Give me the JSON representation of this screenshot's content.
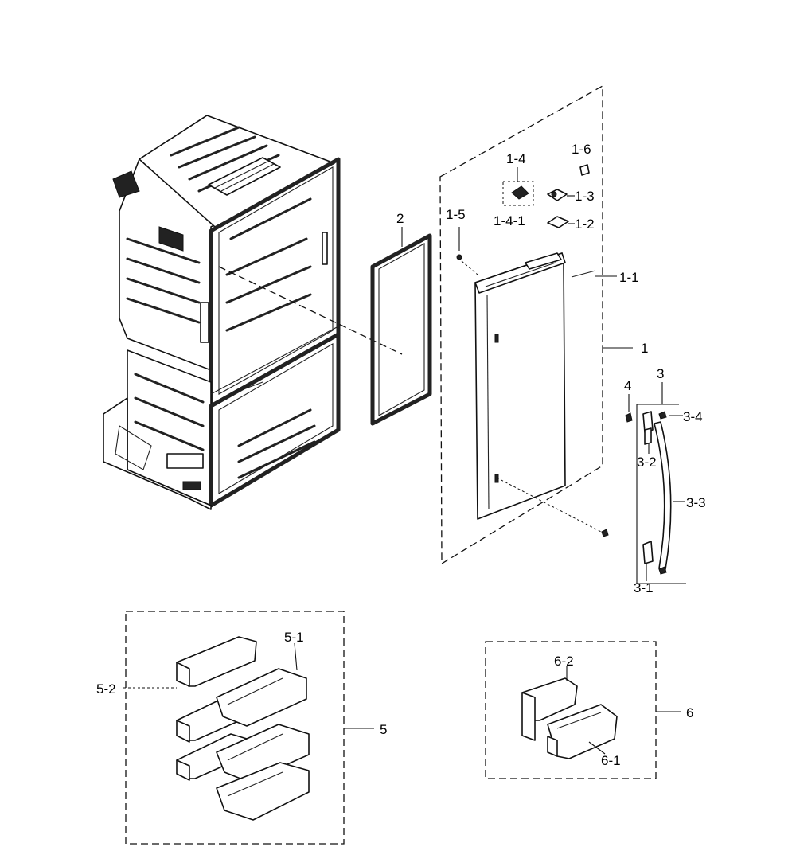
{
  "labels": {
    "l1": "1",
    "l1_1": "1-1",
    "l1_2": "1-2",
    "l1_3": "1-3",
    "l1_4": "1-4",
    "l1_4_1": "1-4-1",
    "l1_5": "1-5",
    "l1_6": "1-6",
    "l2": "2",
    "l3": "3",
    "l3_1": "3-1",
    "l3_2": "3-2",
    "l3_3": "3-3",
    "l3_4": "3-4",
    "l4": "4",
    "l5": "5",
    "l5_1": "5-1",
    "l5_2": "5-2",
    "l6": "6",
    "l6_1": "6-1",
    "l6_2": "6-2"
  },
  "colors": {
    "line": "#111111",
    "background": "#ffffff"
  }
}
